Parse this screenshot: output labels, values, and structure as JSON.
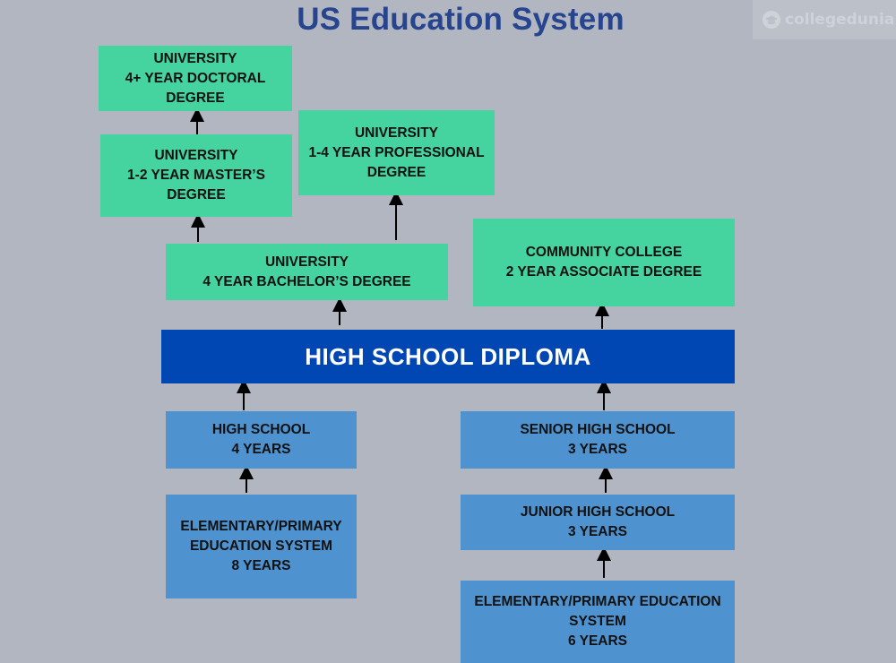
{
  "title": "US Education System",
  "logo": {
    "text": "collegedunia",
    "icon": "graduation-cap-icon"
  },
  "colors": {
    "green": "#45d39f",
    "blue": "#4e93cf",
    "diploma": "#0047b3",
    "title": "#27448f"
  },
  "boxes": {
    "doctoral": "UNIVERSITY\n4+ YEAR DOCTORAL\nDEGREE",
    "masters": "UNIVERSITY\n1-2 YEAR MASTER’S\nDEGREE",
    "professional": "UNIVERSITY\n1-4 YEAR PROFESSIONAL\nDEGREE",
    "bachelors": "UNIVERSITY\n4 YEAR BACHELOR’S DEGREE",
    "community": "COMMUNITY COLLEGE\n2 YEAR ASSOCIATE DEGREE",
    "diploma": "HIGH SCHOOL DIPLOMA",
    "high_school": "HIGH SCHOOL\n4 YEARS",
    "senior_high": "SENIOR HIGH SCHOOL\n3 YEARS",
    "elementary_8": "ELEMENTARY/PRIMARY\nEDUCATION SYSTEM\n8 YEARS",
    "junior_high": "JUNIOR HIGH SCHOOL\n3 YEARS",
    "elementary_6": "ELEMENTARY/PRIMARY EDUCATION\nSYSTEM\n6 YEARS"
  }
}
